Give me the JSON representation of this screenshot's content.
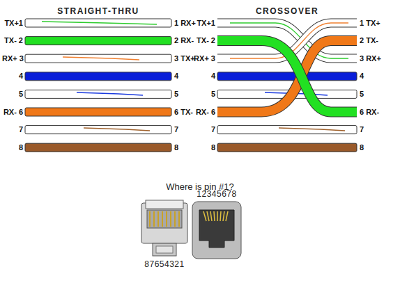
{
  "diagram": {
    "labels": [
      "STRAIGHT-THRU",
      "TX+1",
      "TX- 2",
      "RX+ 3",
      "4",
      "5",
      "RX- 6",
      "7",
      "8",
      "1 RX+",
      "2 RX-",
      "3 TX+",
      "4",
      "5",
      "6 TX-",
      "7",
      "8",
      "CROSSOVER",
      "TX+1",
      "TX- 2",
      "RX+ 3",
      "4",
      "5",
      "RX- 6",
      "7",
      "8",
      "1 TX+",
      "2 TX-",
      "3 RX+",
      "4",
      "5",
      "6 RX-",
      "7",
      "8",
      "Where is pin #1?",
      "12345678",
      "87654321"
    ]
  }
}
